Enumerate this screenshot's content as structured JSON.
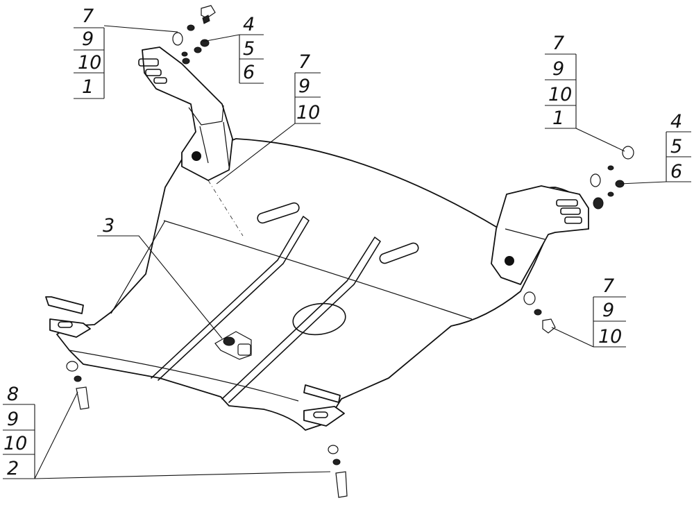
{
  "callouts": {
    "top_left": [
      "7",
      "9",
      "10",
      "1"
    ],
    "top_bolt": [
      "4",
      "5",
      "6"
    ],
    "center_top": [
      "7",
      "9",
      "10"
    ],
    "part_3": "3",
    "right_top": [
      "7",
      "9",
      "10",
      "1"
    ],
    "right_bolt": [
      "4",
      "5",
      "6"
    ],
    "right_mid": [
      "7",
      "9",
      "10"
    ],
    "bottom_left": [
      "8",
      "9",
      "10",
      "2"
    ]
  },
  "colors": {
    "line": "#111111",
    "background": "#ffffff"
  }
}
